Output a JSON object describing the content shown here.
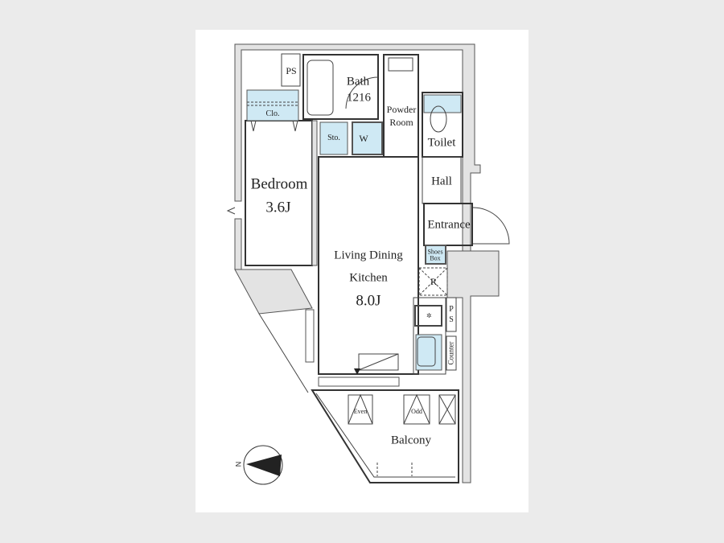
{
  "floor_plan": {
    "rooms": {
      "bedroom": {
        "name": "Bedroom",
        "size": "3.6J"
      },
      "ldk": {
        "name_line1": "Living Dining",
        "name_line2": "Kitchen",
        "size": "8.0J"
      },
      "bath": {
        "name": "Bath",
        "size": "1216"
      },
      "powder_room": {
        "line1": "Powder",
        "line2": "Room"
      },
      "toilet": "Toilet",
      "hall": "Hall",
      "entrance": "Entrance",
      "balcony": "Balcony"
    },
    "fixtures": {
      "ps_top": "PS",
      "closet": "Clo.",
      "storage": "Sto.",
      "washer": "W",
      "shoes_box_line1": "Shoes",
      "shoes_box_line2": "Box",
      "refrigerator": "R",
      "ps_kitchen_1": "P",
      "ps_kitchen_2": "S",
      "counter": "Counter",
      "ac_even": "Even",
      "ac_odd": "Odd"
    },
    "compass": {
      "label": "N"
    },
    "colors": {
      "wet_area": "#cfe9f4",
      "wall": "#e3e3e3",
      "background": "#ebebeb"
    }
  }
}
